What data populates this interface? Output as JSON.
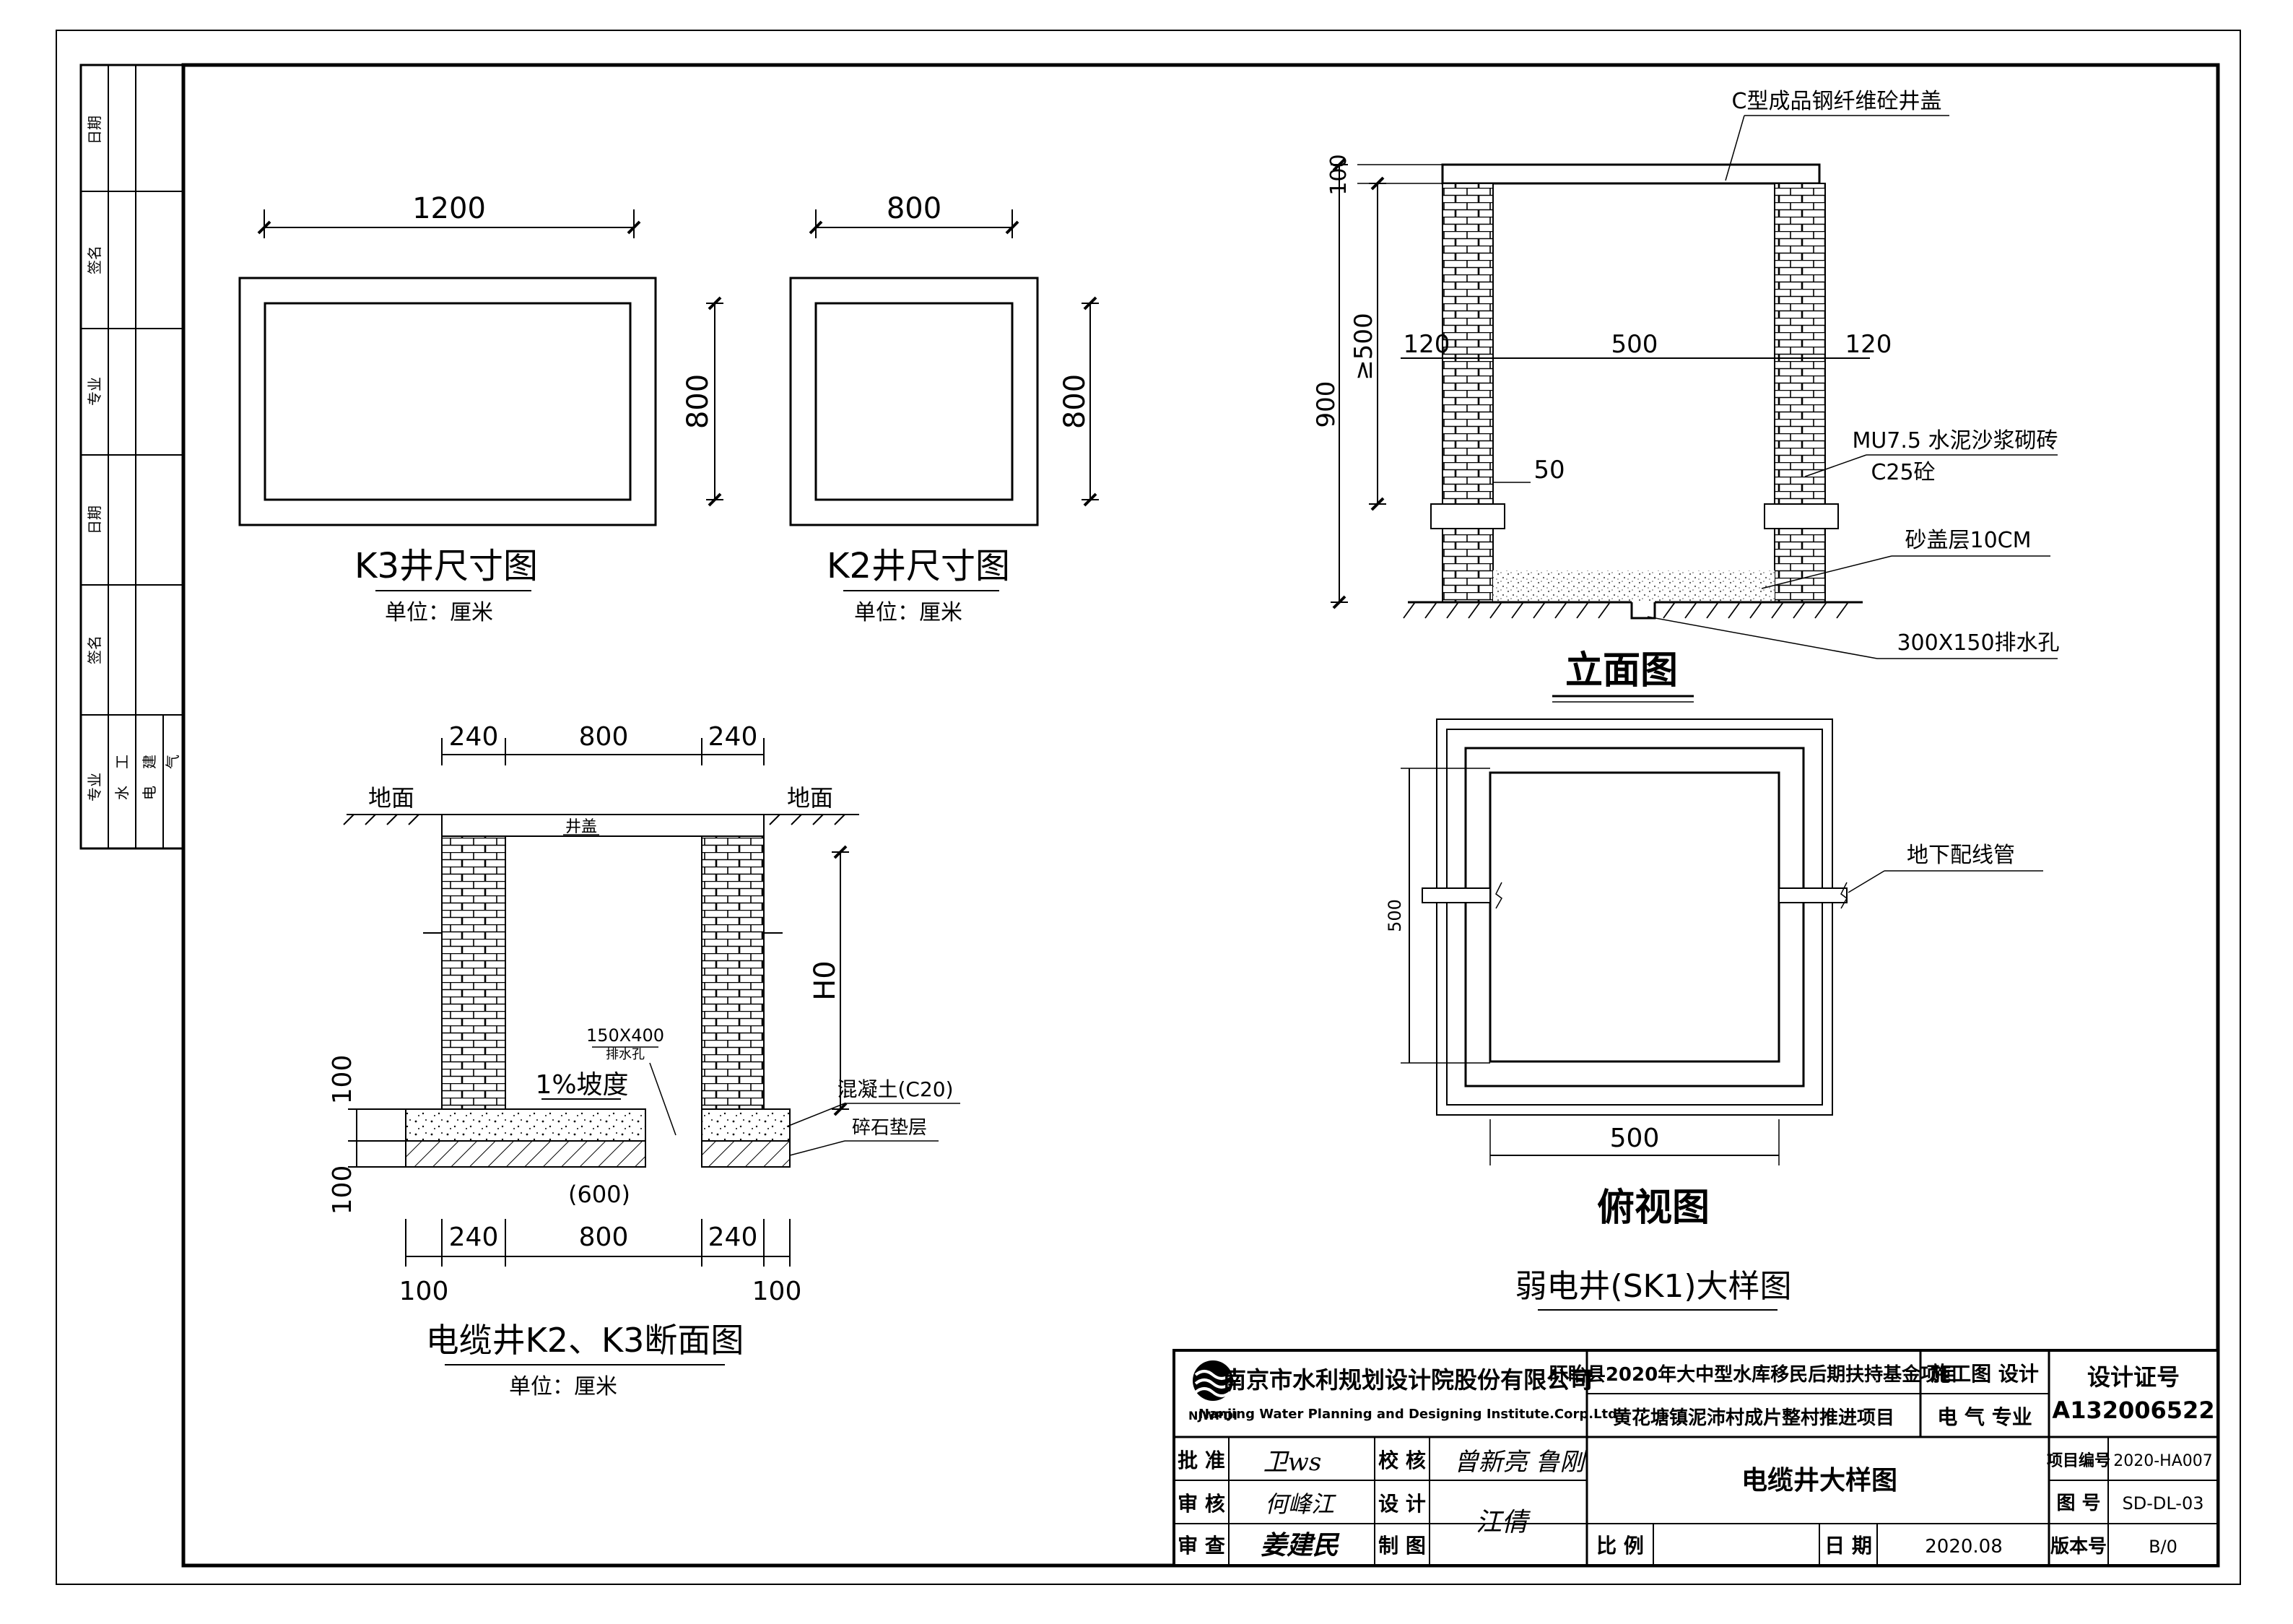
{
  "sidebar": {
    "rows_top": [
      "日期",
      "签名",
      "专业",
      "日期",
      "签名"
    ],
    "discipline_header": "专业",
    "disciplines": [
      "水",
      "工",
      "建",
      "电",
      "气"
    ]
  },
  "k3": {
    "title": "K3井尺寸图",
    "unit": "单位：厘米",
    "width": "1200",
    "height": "800"
  },
  "k2": {
    "title": "K2井尺寸图",
    "unit": "单位：厘米",
    "width": "800",
    "height": "800"
  },
  "section": {
    "title": "电缆井K2、K3断面图",
    "unit": "单位：厘米",
    "top_dims": [
      "240",
      "800",
      "240"
    ],
    "bottom_dims": [
      "240",
      "800",
      "240"
    ],
    "edge_dims": [
      "100",
      "100"
    ],
    "ground": "地面",
    "cover": "井盖",
    "h0": "H0",
    "drain": "150X400",
    "drain_sub": "排水孔",
    "slope": "1%坡度",
    "concrete": "混凝土(C20)",
    "gravel": "碎石垫层",
    "left_dims": [
      "100",
      "100"
    ],
    "center_dim": "(600)"
  },
  "elevation": {
    "title": "立面图",
    "cover_label": "C型成品钢纤维砼井盖",
    "dim_100": "100",
    "dim_500": "≥500",
    "dim_900": "900",
    "dim_120_left": "120",
    "dim_500_mid": "500",
    "dim_120_right": "120",
    "dim_50": "50",
    "brick": "MU7.5 水泥沙浆砌砖",
    "concrete": "C25砼",
    "sand": "砂盖层10CM",
    "drain": "300X150排水孔"
  },
  "plan": {
    "title": "俯视图",
    "dim_side": "500",
    "dim_bottom": "500",
    "pipe": "地下配线管"
  },
  "sk1_title": "弱电井(SK1)大样图",
  "titleblock": {
    "company_cn": "南京市水利规划设计院股份有限公司",
    "company_en": "Nanjing Water Planning and Designing Institute.Corp.Ltd",
    "logo_text": "NJWPDI",
    "project1": "盱眙县2020年大中型水库移民后期扶持基金项目",
    "project2": "黄花塘镇泥沛村成片整村推进项目",
    "stage": "施工图 设计",
    "discipline": "电 气 专业",
    "cert_label": "设计证号",
    "cert_no": "A132006522",
    "approve": "批 准",
    "review": "审 核",
    "check": "审 查",
    "proofread": "校 核",
    "design": "设 计",
    "draft": "制 图",
    "drawing_title": "电缆井大样图",
    "scale": "比 例",
    "date_label": "日 期",
    "date": "2020.08",
    "proj_no_label": "项目编号",
    "proj_no": "2020-HA007",
    "dwg_no_label": "图 号",
    "dwg_no": "SD-DL-03",
    "rev_label": "版本号",
    "rev": "B/0"
  },
  "signatures": {
    "approve": "卫ws",
    "review": "何峰江",
    "check": "姜建民",
    "proofread": "曾新亮 鲁刚",
    "design": "江倩"
  }
}
